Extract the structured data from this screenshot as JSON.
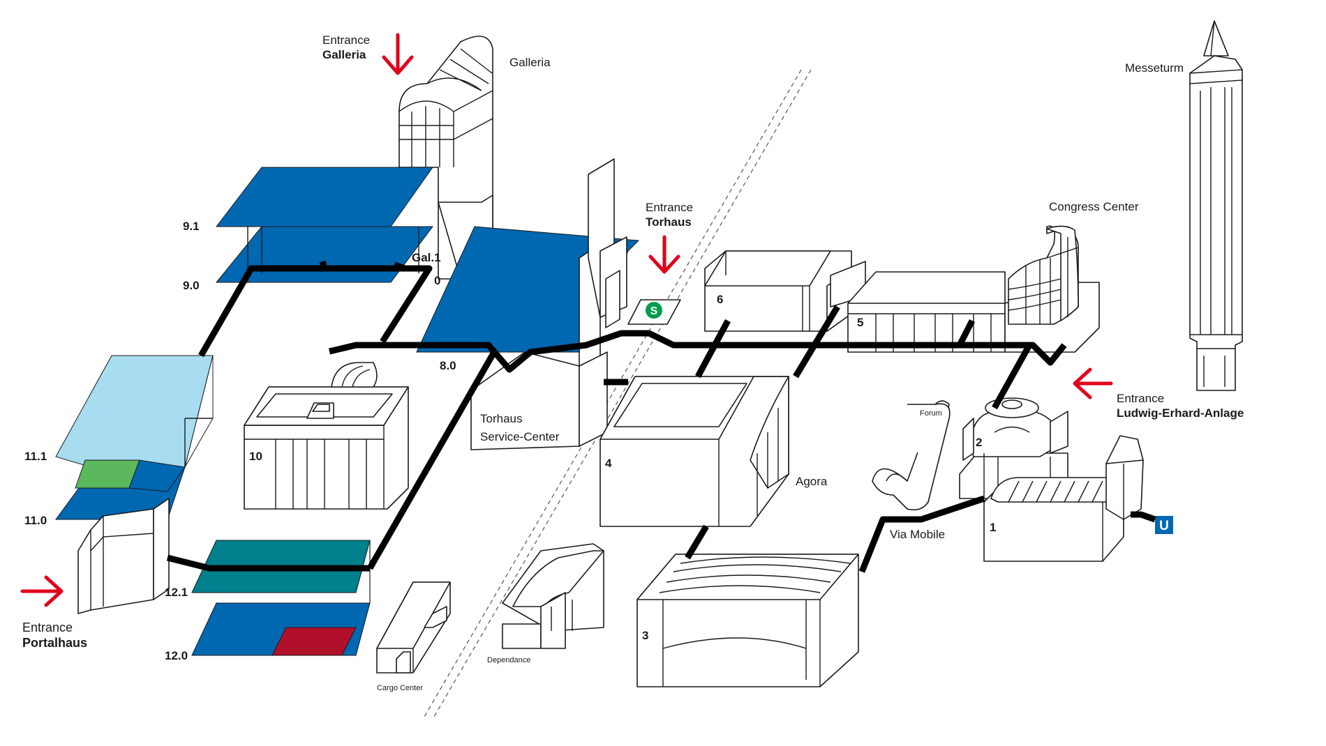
{
  "entrances": {
    "galleria": {
      "line1": "Entrance",
      "line2": "Galleria"
    },
    "torhaus": {
      "line1": "Entrance",
      "line2": "Torhaus"
    },
    "ludwig": {
      "line1": "Entrance",
      "line2": "Ludwig-Erhard-Anlage"
    },
    "portalhaus": {
      "line1": "Entrance",
      "line2": "Portalhaus"
    }
  },
  "buildings": {
    "galleria": "Galleria",
    "messeturm": "Messeturm",
    "congress_center": "Congress Center",
    "torhaus_service_line1": "Torhaus",
    "torhaus_service_line2": "Service-Center",
    "agora": "Agora",
    "forum": "Forum",
    "via_mobile": "Via Mobile",
    "dependance": "Dependance",
    "cargo_center": "Cargo Center"
  },
  "halls": {
    "h9_1": "9.1",
    "h9_0": "9.0",
    "gal1": "Gal.1",
    "h0": "0",
    "h8_0": "8.0",
    "h10": "10",
    "h11_1": "11.1",
    "h11_0": "11.0",
    "h12_1": "12.1",
    "h12_0": "12.0",
    "h6": "6",
    "h5": "5",
    "h4": "4",
    "h3": "3",
    "h2": "2",
    "h1": "1"
  },
  "transit": {
    "sbahn": "S",
    "ubahn": "U"
  },
  "colors": {
    "hall_blue": "#0067b1",
    "light_blue": "#a8dcf0",
    "green": "#5cb85c",
    "teal": "#007f8c",
    "crimson": "#b0102a",
    "arrow_red": "#e3001b",
    "sbahn_green": "#009a4e",
    "ubahn_blue": "#0067b1",
    "walkway": "#000000"
  }
}
